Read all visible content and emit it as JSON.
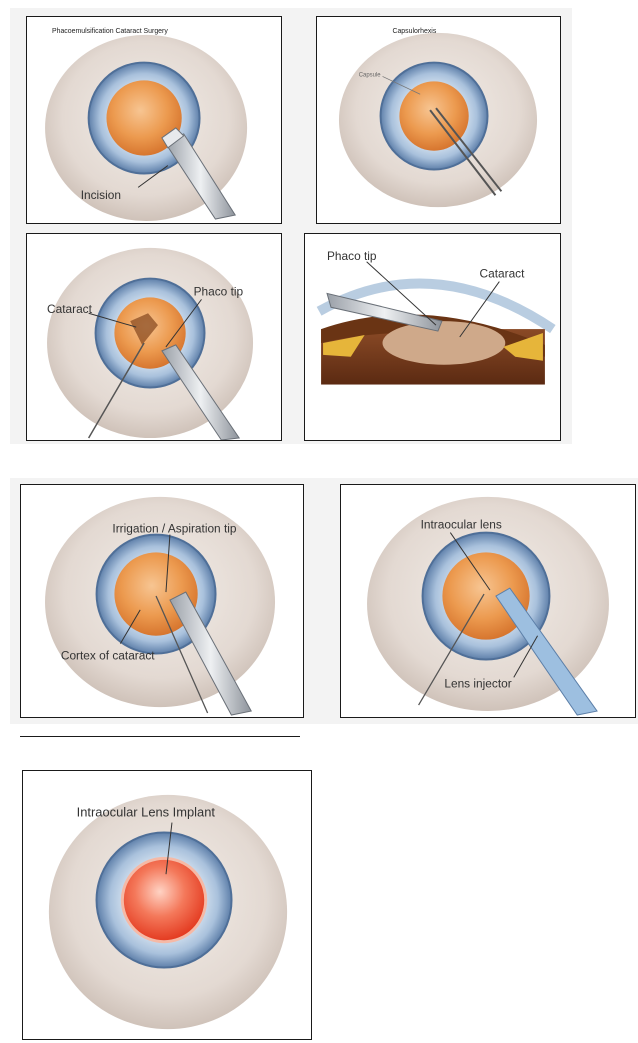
{
  "figure": {
    "panel1": {
      "title": "Phacoemulsification Cataract Surgery",
      "label": "Incision"
    },
    "panel2": {
      "title": "Capsulorhexis",
      "label": "Capsule"
    },
    "panel3": {
      "label_left": "Cataract",
      "label_right": "Phaco tip"
    },
    "panel4": {
      "label_left": "Phaco tip",
      "label_right": "Cataract"
    },
    "panel5": {
      "label_top": "Irrigation / Aspiration tip",
      "label_bottom": "Cortex of cataract"
    },
    "panel6": {
      "label_top": "Intraocular lens",
      "label_bottom": "Lens injector"
    },
    "panel7": {
      "label": "Intraocular Lens Implant"
    }
  },
  "colors": {
    "sclera": "#e4dcd6",
    "iris_outer": "#6f8fb8",
    "iris_light": "#b9cde2",
    "lens": "#e89548",
    "implant": "#ee4a2c",
    "instrument": "#c9ccd1"
  }
}
